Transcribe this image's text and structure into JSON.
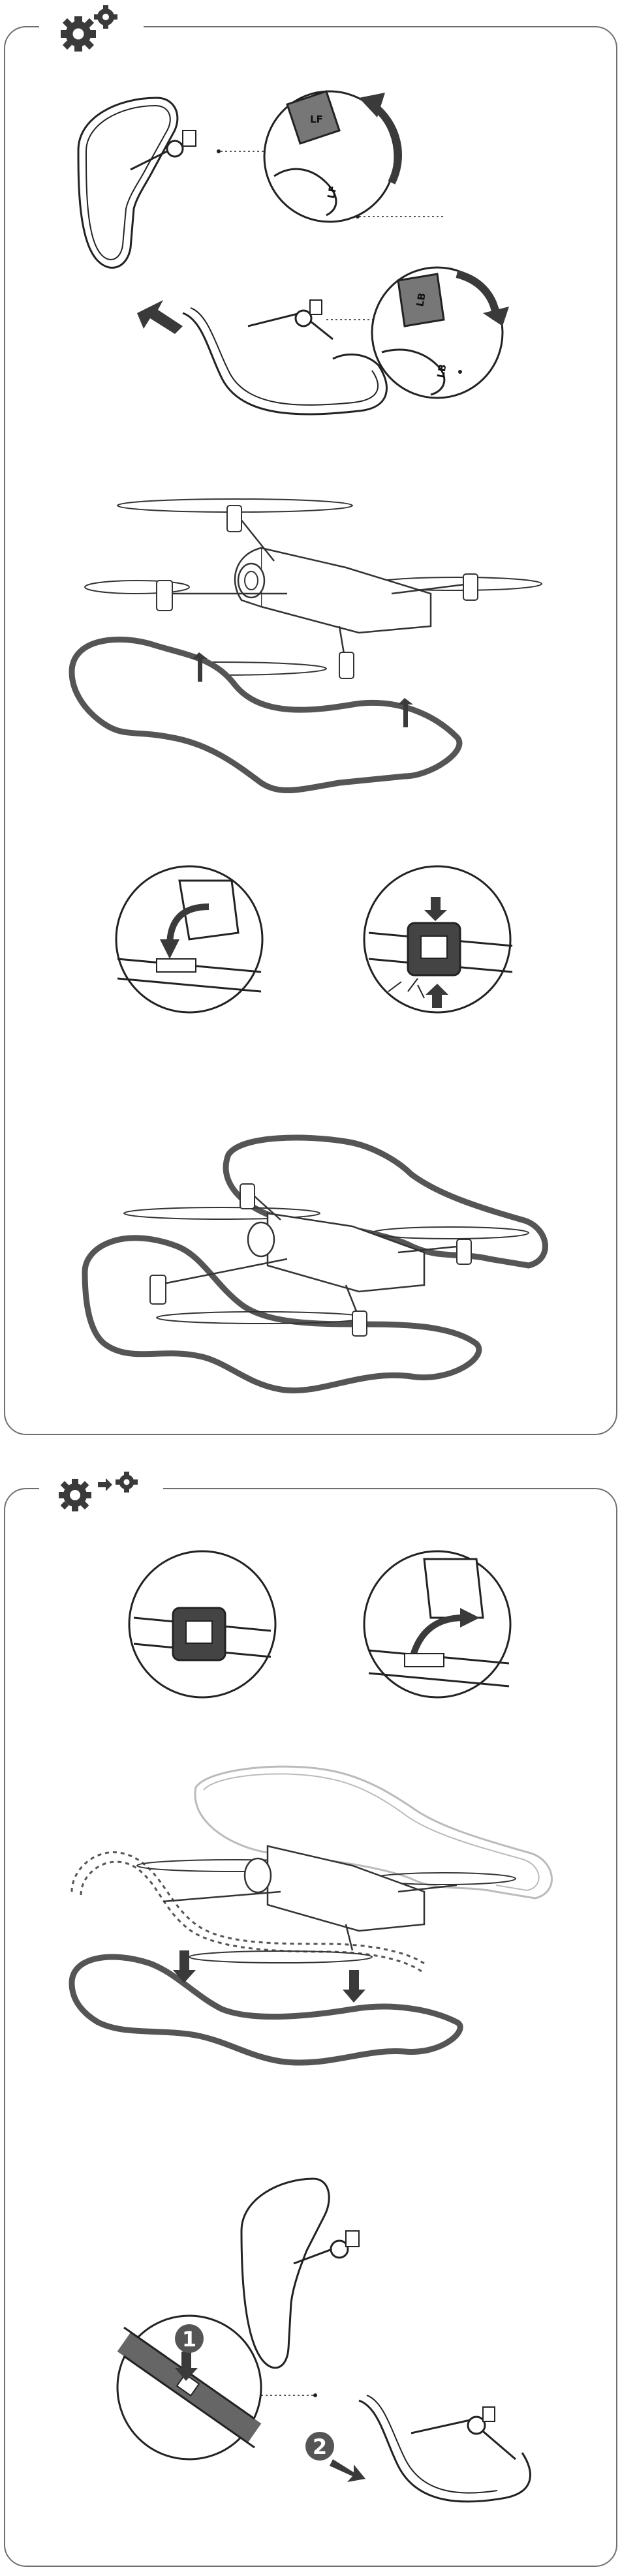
{
  "labels": {
    "lf_top": "LF",
    "lf_zoom": "LF",
    "lb_top": "LB",
    "lb_zoom": "LB"
  },
  "steps": {
    "one": "1",
    "two": "2"
  },
  "icons": {
    "install": "gear-pair-icon",
    "remove": "gear-arrow-gear-icon"
  },
  "colors": {
    "frame": "#6f6f6f",
    "guard_fill": "#8a8a8a",
    "line": "#222222",
    "arrow": "#3a3a3a",
    "step_badge": "#555555"
  }
}
